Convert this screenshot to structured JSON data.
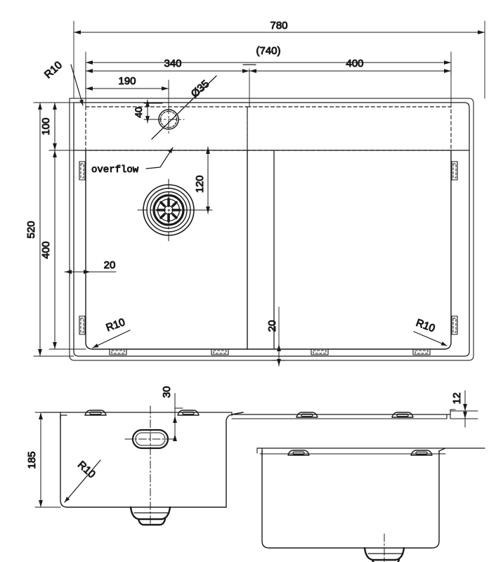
{
  "drawing": {
    "title": "Kitchen sink technical drawing",
    "units": "mm",
    "line_color": "#1a1a1a",
    "background": "#ffffff"
  },
  "plan_view": {
    "name": "top-plan-view",
    "dimensions": {
      "overall_width": "780",
      "inner_width_ref": "(740)",
      "left_bowl_width": "340",
      "right_bowl_width": "400",
      "tap_hole_offset_x": "190",
      "tap_hole_diameter": "Ø35",
      "tap_hole_offset_y": "40",
      "overall_depth": "520",
      "bowl_depth": "400",
      "top_ledge": "100",
      "drain_offset": "120",
      "left_rim": "20",
      "bottom_rim": "20",
      "corner_radius_top_left": "R10",
      "corner_radius_bottom_left": "R10",
      "corner_radius_bottom_right": "R10"
    },
    "labels": {
      "overflow": "overflow"
    }
  },
  "section_view": {
    "name": "front-section-view",
    "dimensions": {
      "bowl_height": "185",
      "overflow_offset": "30",
      "rim_thickness": "12",
      "corner_radius": "R10"
    }
  }
}
